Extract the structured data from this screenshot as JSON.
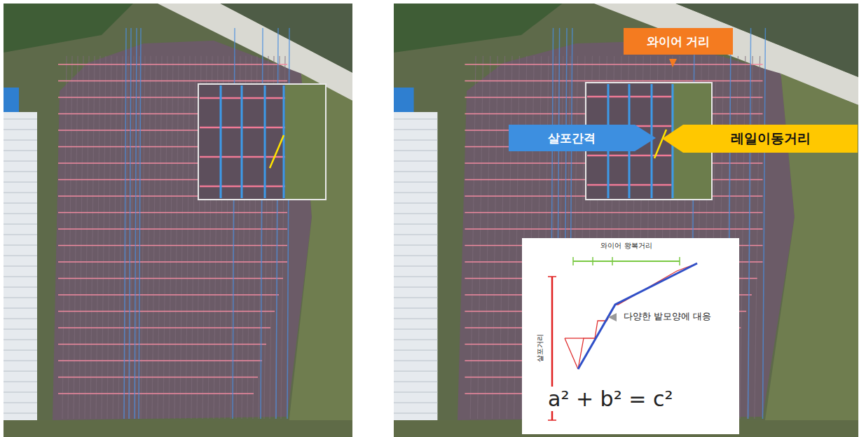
{
  "diagram": {
    "nodes": [
      {
        "text": [
          "와이어 거리"
        ]
      },
      {
        "text": [
          "살포간격"
        ]
      },
      {
        "text": [
          "레일이동거리"
        ]
      }
    ],
    "labels": [
      "와이어 왕복거리",
      "살포거리",
      "다양한 밭모양에 대응",
      "a² + b² = c²"
    ]
  }
}
